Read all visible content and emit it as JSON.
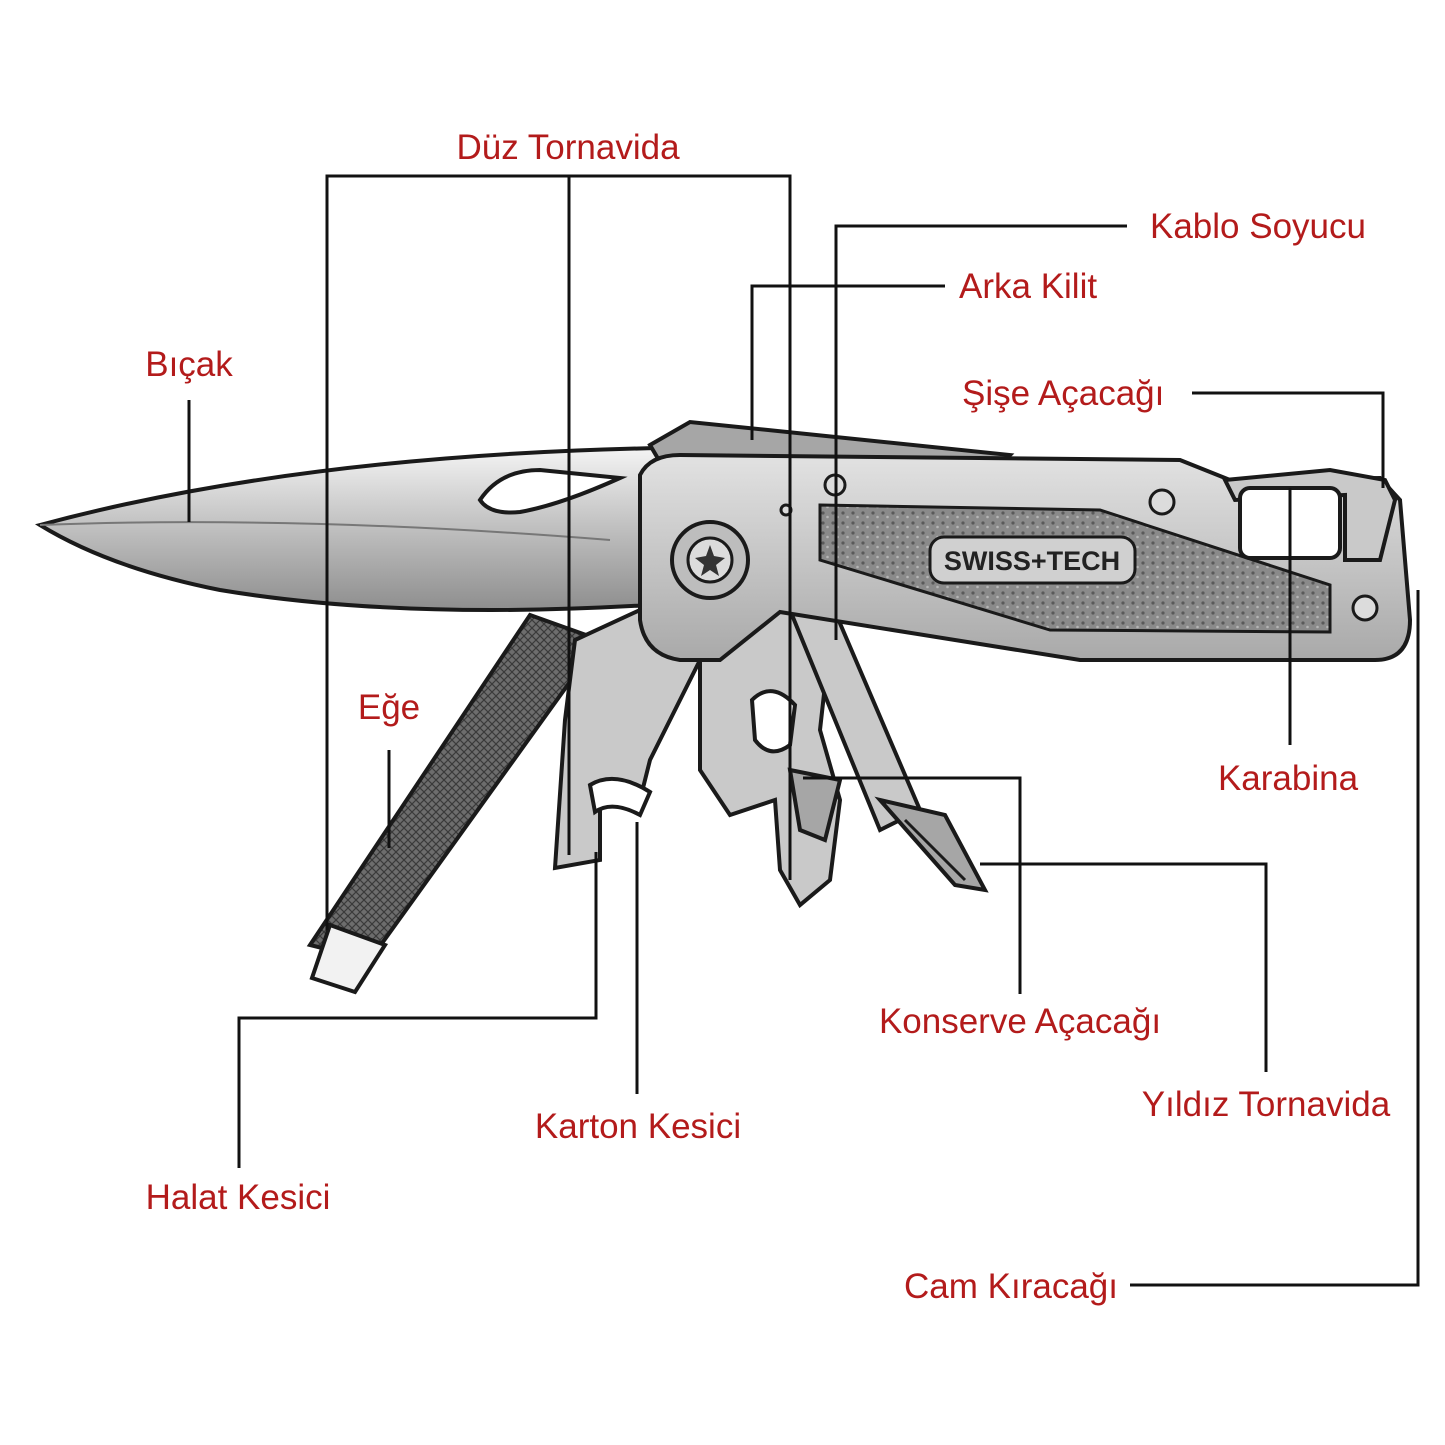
{
  "labels": {
    "duz_tornavida": "Düz Tornavida",
    "kablo_soyucu": "Kablo Soyucu",
    "arka_kilit": "Arka Kilit",
    "bicak": "Bıçak",
    "sise_acacagi": "Şişe Açacağı",
    "ege": "Eğe",
    "karabina": "Karabina",
    "konserve_acacagi": "Konserve Açacağı",
    "yildiz_tornavida": "Yıldız Tornavida",
    "karton_kesici": "Karton Kesici",
    "halat_kesici": "Halat Kesici",
    "cam_kiracagi": "Cam Kıracağı"
  },
  "brand": {
    "logo_text": "SWISS+TECH"
  },
  "colors": {
    "label": "#b31b1b",
    "leader": "#111111",
    "steel": "#c9c9c9"
  }
}
